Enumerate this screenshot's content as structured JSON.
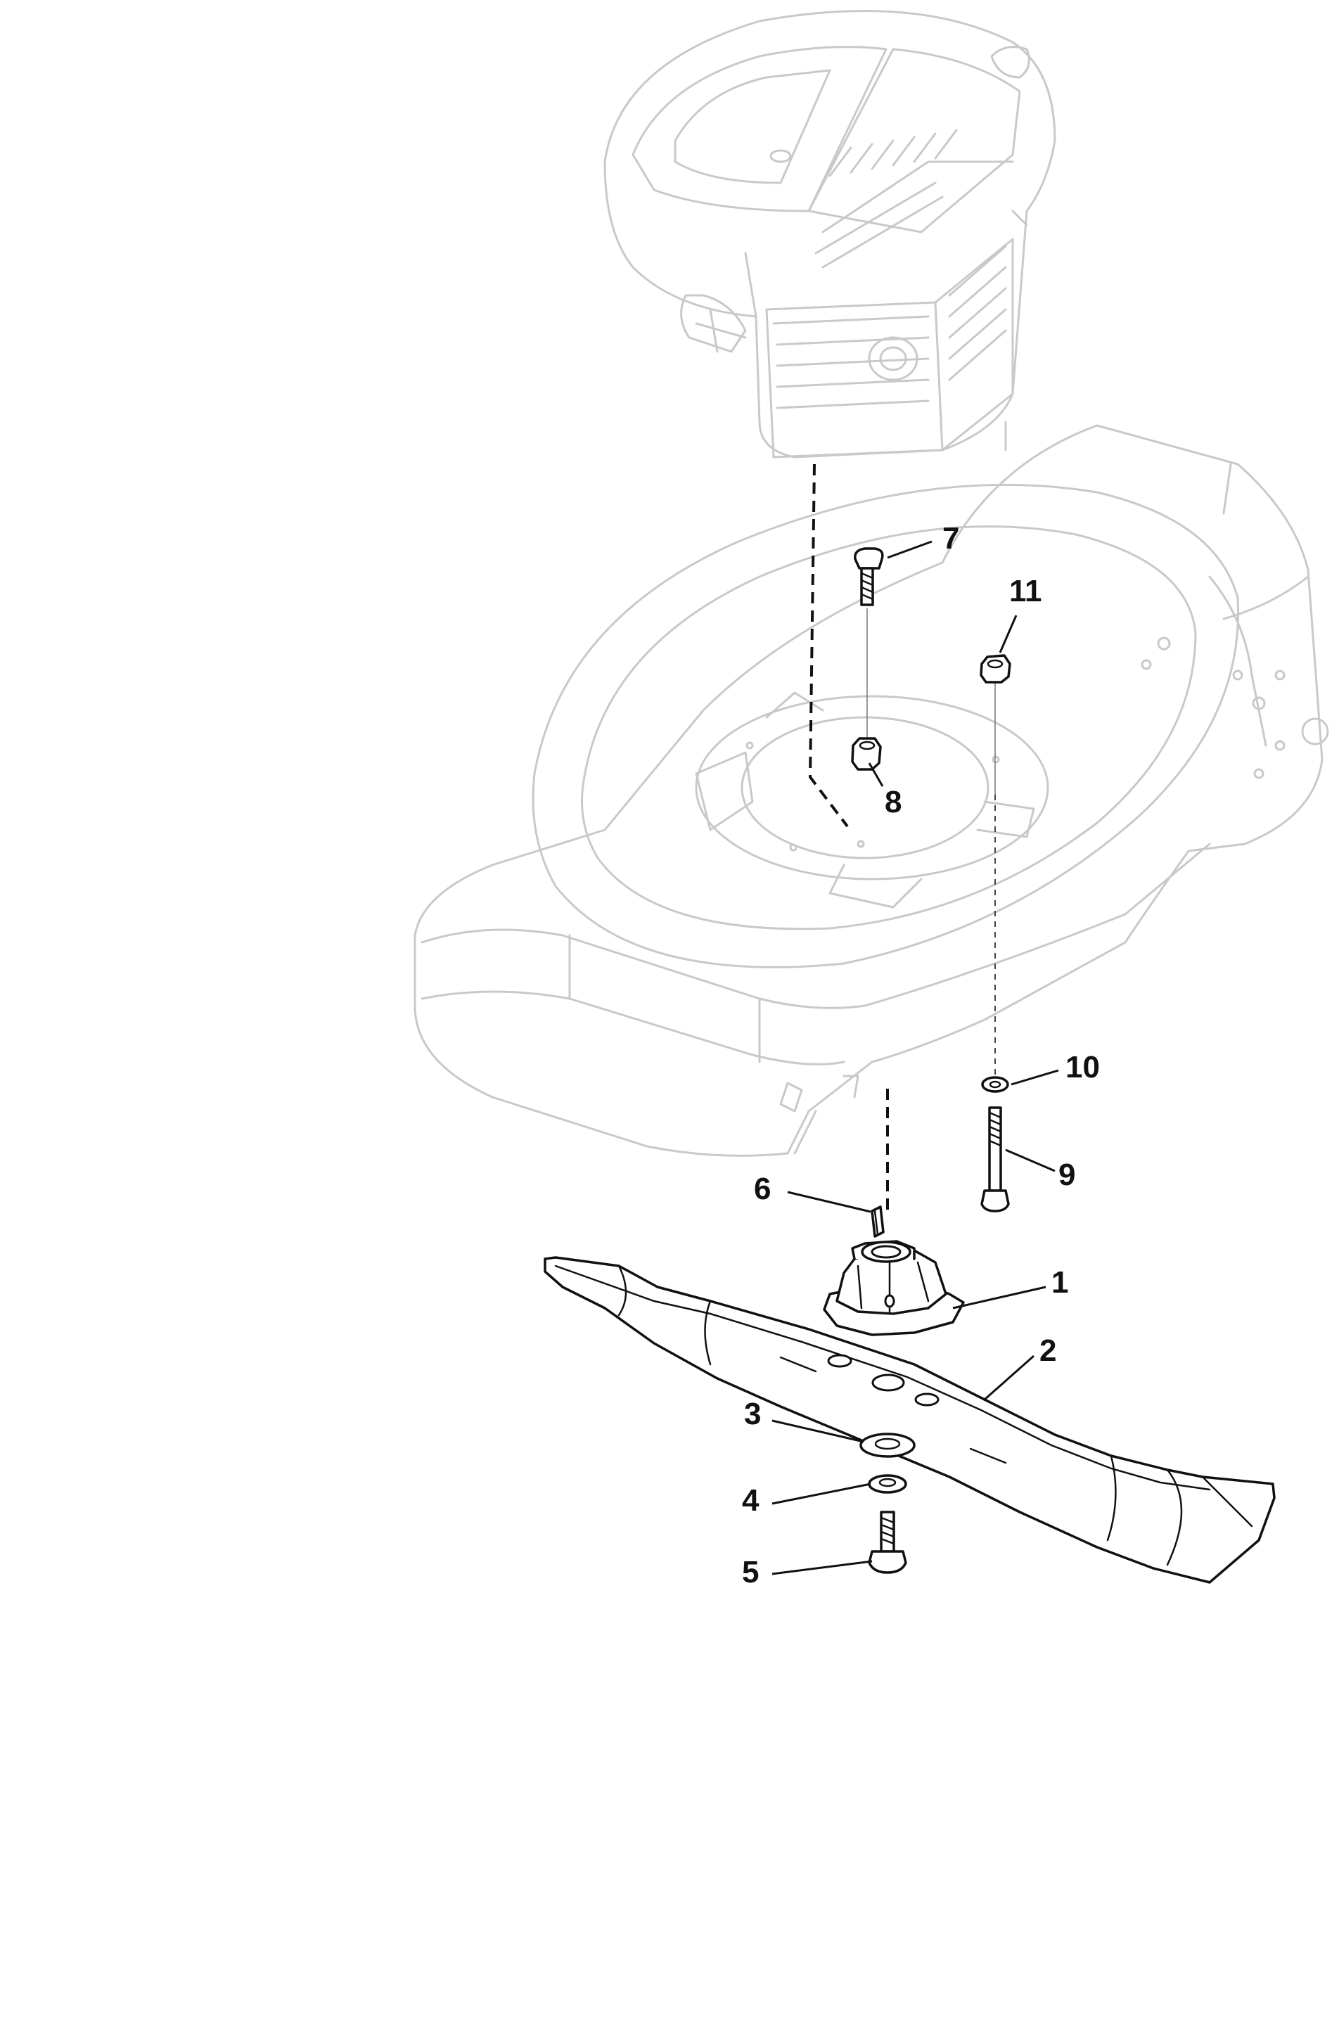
{
  "callouts": [
    {
      "id": "1",
      "label": "1"
    },
    {
      "id": "2",
      "label": "2"
    },
    {
      "id": "3",
      "label": "3"
    },
    {
      "id": "4",
      "label": "4"
    },
    {
      "id": "5",
      "label": "5"
    },
    {
      "id": "6",
      "label": "6"
    },
    {
      "id": "7",
      "label": "7"
    },
    {
      "id": "8",
      "label": "8"
    },
    {
      "id": "9",
      "label": "9"
    },
    {
      "id": "10",
      "label": "10"
    },
    {
      "id": "11",
      "label": "11"
    }
  ],
  "colors": {
    "line": "#111111",
    "ghost": "#c9c9c9",
    "background": "#ffffff"
  }
}
